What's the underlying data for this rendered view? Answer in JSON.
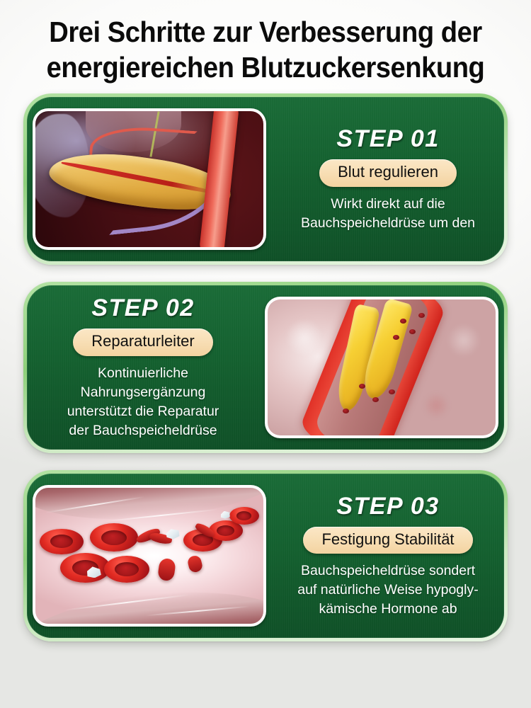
{
  "title": {
    "line1": "Drei Schritte zur Verbesserung der",
    "line2": "energiereichen Blutzuckersenkung"
  },
  "colors": {
    "card_dark_green": "#14602f",
    "card_rim_green": "#8ed07b",
    "badge_cream": "#f8dfb6",
    "title_black": "#0b0b0b",
    "text_white": "#ffffff"
  },
  "steps": [
    {
      "id": "step-01",
      "label": "STEP 01",
      "badge": "Blut regulieren",
      "image_alt": "pancreas-illustration",
      "image_side": "left",
      "description_lines": [
        "Wirkt direkt auf die",
        "Bauchspeicheldrüse um den"
      ]
    },
    {
      "id": "step-02",
      "label": "STEP 02",
      "badge": "Reparaturleiter",
      "image_alt": "artery-plaque-illustration",
      "image_side": "right",
      "description_lines": [
        "Kontinuierliche",
        "Nahrungsergänzung",
        "unterstützt die Reparatur",
        "der Bauchspeicheldrüse"
      ]
    },
    {
      "id": "step-03",
      "label": "STEP 03",
      "badge": "Festigung Stabilität",
      "image_alt": "red-blood-cells-illustration",
      "image_side": "left",
      "description_lines": [
        "Bauchspeicheldrüse sondert",
        "auf natürliche Weise hypogly-",
        "kämische Hormone ab"
      ]
    }
  ]
}
